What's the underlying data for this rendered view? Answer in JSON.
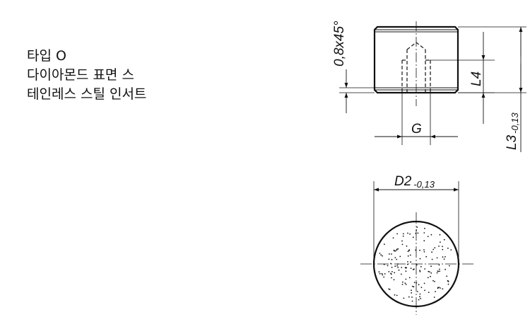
{
  "description": {
    "line1": "타입 O",
    "line2": "다이아몬드 표면 스",
    "line3": "테인레스 스틸 인서트"
  },
  "dimensions": {
    "chamfer": "0,8x45°",
    "l4": "L4",
    "l3": "L3",
    "l3_tolerance": "-0,13",
    "g": "G",
    "d2": "D2",
    "d2_tolerance": "-0,13"
  }
}
